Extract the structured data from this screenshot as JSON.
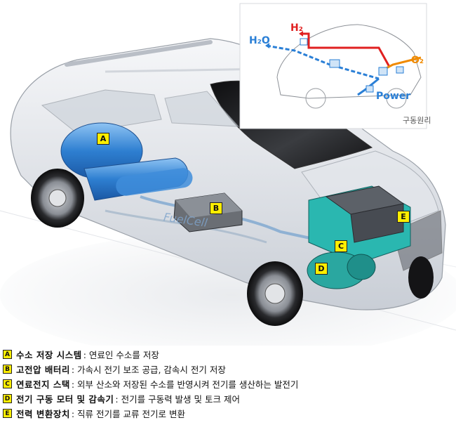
{
  "inset": {
    "h2_label": "H₂",
    "h2o_label": "H₂O",
    "o2_label": "O₂",
    "power_label": "Power",
    "caption": "구동원리"
  },
  "markers": [
    "A",
    "B",
    "C",
    "D",
    "E"
  ],
  "badge_text": "FuelCell",
  "legend": [
    {
      "key": "A",
      "term": "수소 저장 시스템",
      "desc": " : 연료인 수소를 저장"
    },
    {
      "key": "B",
      "term": "고전압 배터리",
      "desc": " : 가속시 전기 보조 공급, 감속시 전기 저장"
    },
    {
      "key": "C",
      "term": "연료전지 스택",
      "desc": " : 외부 산소와 저장된 수소를 반영시켜 전기를 생산하는 발전기"
    },
    {
      "key": "D",
      "term": "전기 구동 모터 및 감속기",
      "desc": " : 전기를 구동력 발생 및 토크 제어"
    },
    {
      "key": "E",
      "term": "전력 변환장치",
      "desc": " : 직류 전기를 교류 전기로 변환"
    }
  ],
  "colors": {
    "marker": "#ffee00",
    "hydrogen": "#e02020",
    "water": "#2a7fd6",
    "oxygen": "#f08a00",
    "power": "#2a7fd6"
  }
}
